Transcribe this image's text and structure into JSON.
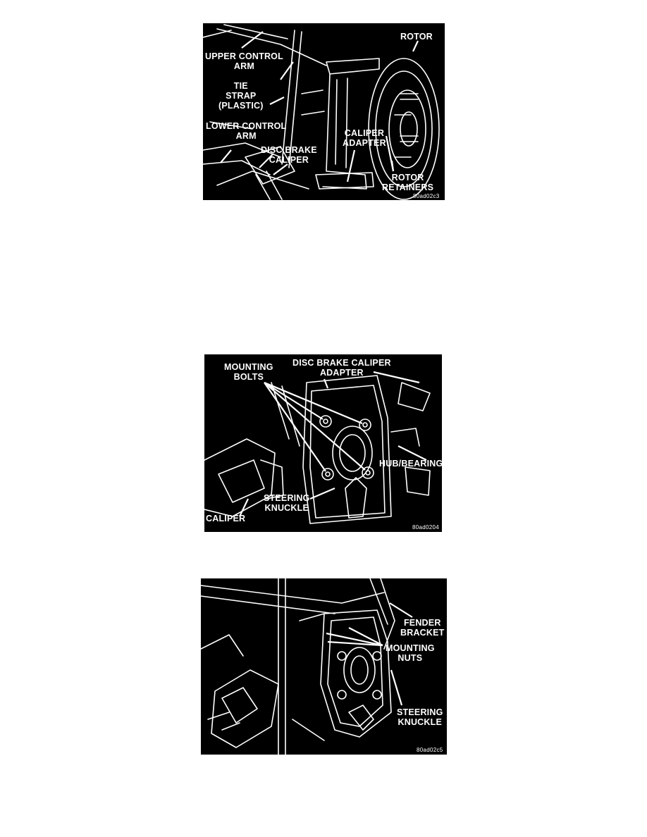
{
  "figure1": {
    "labels": {
      "rotor": "ROTOR",
      "upper_control_arm": "UPPER CONTROL\nARM",
      "tie_strap": "TIE\nSTRAP\n(PLASTIC)",
      "lower_control_arm": "LOWER CONTROL\nARM",
      "disc_brake_caliper": "DISC BRAKE\nCALIPER",
      "caliper_adapter": "CALIPER\nADAPTER",
      "rotor_retainers": "ROTOR\nRETAINERS"
    },
    "code": "80ad02c3"
  },
  "figure2": {
    "labels": {
      "mounting_bolts": "MOUNTING\nBOLTS",
      "disc_brake_caliper_adapter": "DISC BRAKE CALIPER\nADAPTER",
      "hub_bearing": "HUB/BEARING",
      "steering_knuckle": "STEERING\nKNUCKLE",
      "caliper": "CALIPER"
    },
    "code": "80ad0204"
  },
  "figure3": {
    "labels": {
      "fender_bracket": "FENDER\nBRACKET",
      "mounting_nuts": "MOUNTING\nNUTS",
      "steering_knuckle": "STEERING\nKNUCKLE"
    },
    "code": "80ad02c5"
  }
}
